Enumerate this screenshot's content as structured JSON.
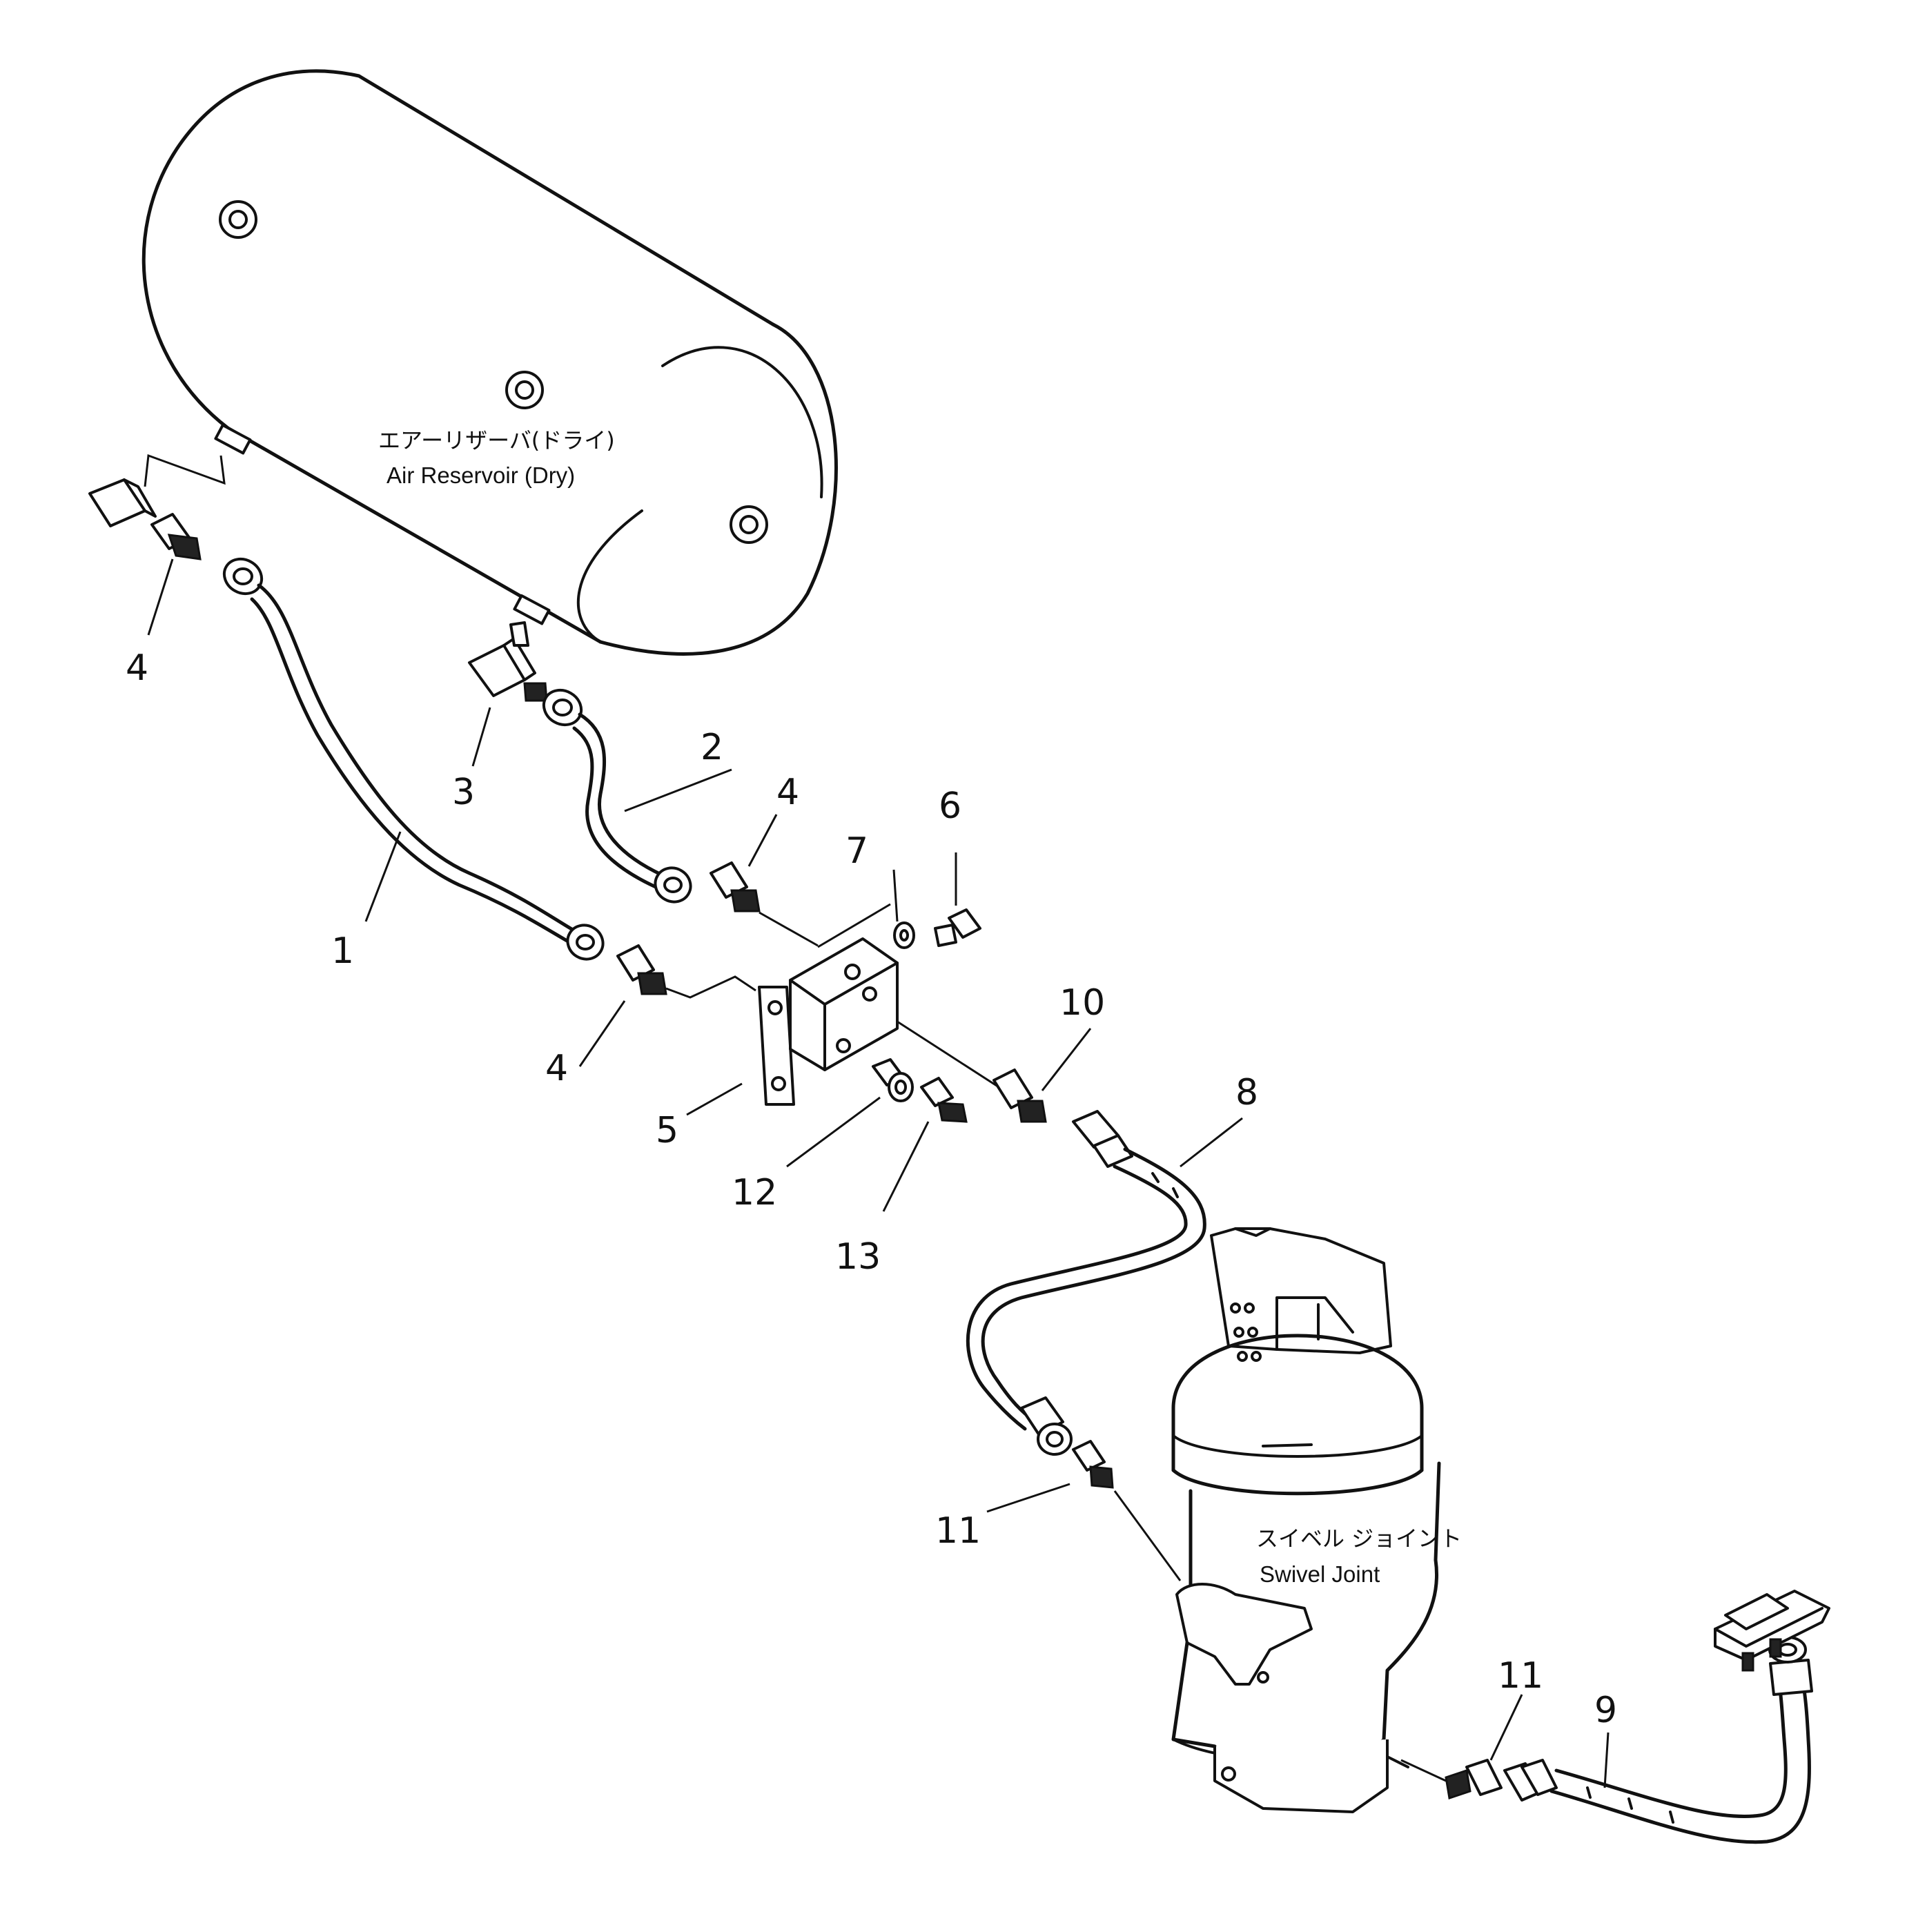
{
  "components": {
    "air_reservoir": {
      "label_jp": "エアーリザーバ(ドライ)",
      "label_en": "Air Reservoir (Dry)"
    },
    "swivel_joint": {
      "label_jp": "スイベル ジョイント",
      "label_en": "Swivel Joint"
    }
  },
  "callouts": [
    "1",
    "2",
    "3",
    "4",
    "4",
    "4",
    "5",
    "6",
    "7",
    "8",
    "9",
    "10",
    "11",
    "11",
    "12",
    "13"
  ]
}
